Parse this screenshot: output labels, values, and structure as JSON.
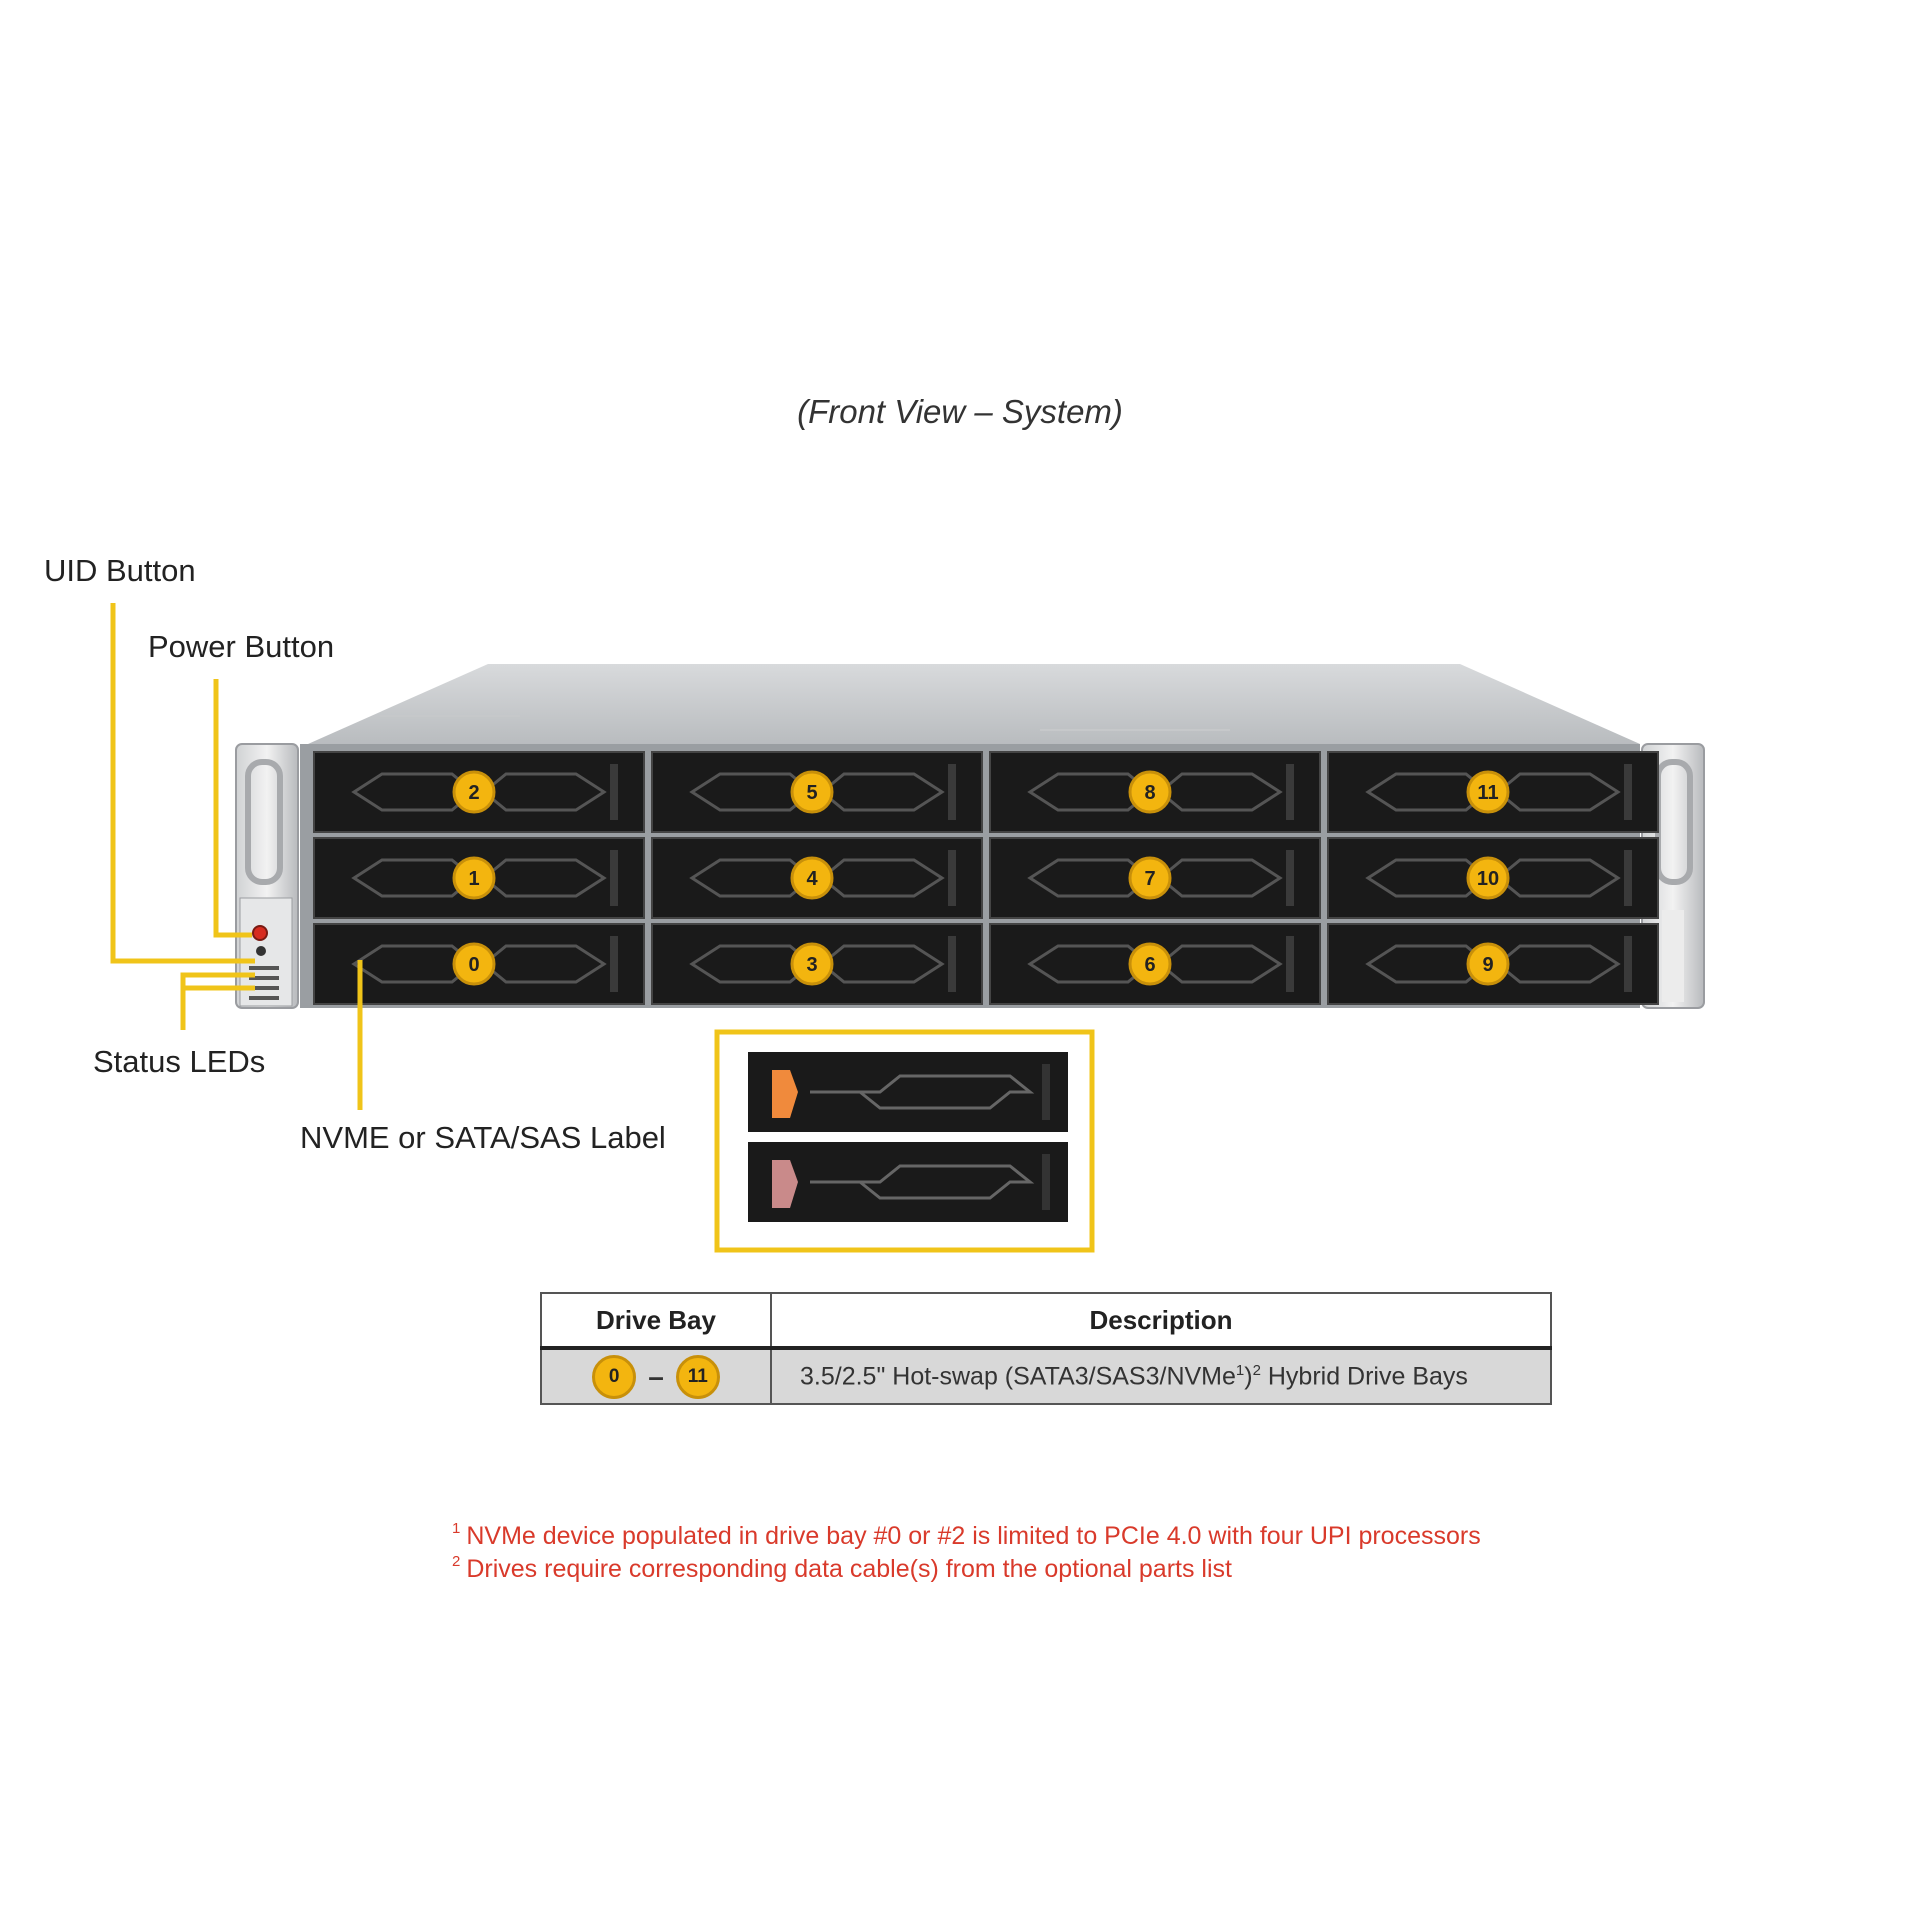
{
  "caption": "(Front View – System)",
  "callouts": {
    "uid_button": "UID Button",
    "power_button": "Power Button",
    "status_leds": "Status LEDs",
    "drive_label": "NVME or SATA/SAS Label"
  },
  "drive_bays": [
    {
      "number": "2",
      "row": 0,
      "col": 0
    },
    {
      "number": "5",
      "row": 0,
      "col": 1
    },
    {
      "number": "8",
      "row": 0,
      "col": 2
    },
    {
      "number": "11",
      "row": 0,
      "col": 3
    },
    {
      "number": "1",
      "row": 1,
      "col": 0
    },
    {
      "number": "4",
      "row": 1,
      "col": 1
    },
    {
      "number": "7",
      "row": 1,
      "col": 2
    },
    {
      "number": "10",
      "row": 1,
      "col": 3
    },
    {
      "number": "0",
      "row": 2,
      "col": 0
    },
    {
      "number": "3",
      "row": 2,
      "col": 1
    },
    {
      "number": "6",
      "row": 2,
      "col": 2
    },
    {
      "number": "9",
      "row": 2,
      "col": 3
    }
  ],
  "table": {
    "headers": [
      "Drive Bay",
      "Description"
    ],
    "row": {
      "bay_start": "0",
      "bay_end": "11",
      "desc_pre": "3.5/2.5\" Hot-swap (SATA3/SAS3/NVMe",
      "desc_sup1": "1",
      "desc_mid": ")",
      "desc_sup2": "2",
      "desc_post": " Hybrid Drive Bays"
    }
  },
  "footnotes": [
    {
      "mark": "1",
      "text": "NVMe device populated in drive bay #0 or #2 is limited to PCIe 4.0 with four UPI processors"
    },
    {
      "mark": "2",
      "text": "Drives require corresponding data cable(s) from the optional parts list"
    }
  ],
  "colors": {
    "accent_yellow": "#f0c419",
    "badge_yellow": "#f3b50f",
    "footnote_red": "#d93a2b",
    "tray_dark": "#1a1a1a",
    "nvme_label_orange": "#f08a3c",
    "sata_label_pink": "#c98a8a"
  }
}
